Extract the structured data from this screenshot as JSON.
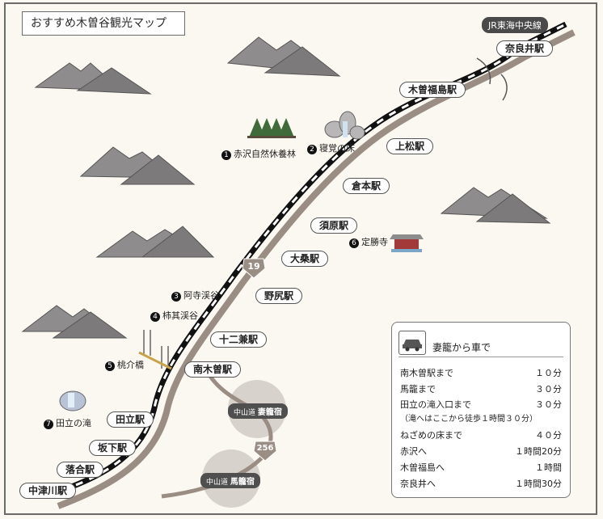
{
  "title": "おすすめ木曽谷観光マップ",
  "railway": "JR東海中央線",
  "route_numbers": [
    "19",
    "256"
  ],
  "stations": [
    "奈良井駅",
    "木曽福島駅",
    "上松駅",
    "倉本駅",
    "須原駅",
    "大桑駅",
    "野尻駅",
    "十二兼駅",
    "南木曽駅",
    "田立駅",
    "坂下駅",
    "落合駅",
    "中津川駅"
  ],
  "pois": [
    {
      "num": "1",
      "label": "赤沢自然休養林"
    },
    {
      "num": "2",
      "label": "寝覚の床"
    },
    {
      "num": "3",
      "label": "阿寺渓谷"
    },
    {
      "num": "4",
      "label": "柿其渓谷"
    },
    {
      "num": "5",
      "label": "桃介橋"
    },
    {
      "num": "6",
      "label": "定勝寺"
    },
    {
      "num": "7",
      "label": "田立の滝"
    }
  ],
  "post_towns": [
    {
      "road": "中山道",
      "name": "妻籠宿"
    },
    {
      "road": "中山道",
      "name": "馬籠宿"
    }
  ],
  "info_box": {
    "header": "妻籠から車で",
    "rows": [
      {
        "dest": "南木曽駅まで",
        "time": "１０分"
      },
      {
        "dest": "馬籠まで",
        "time": "３０分"
      },
      {
        "dest": "田立の滝入口まで",
        "time": "３０分"
      },
      {
        "dest": "（滝へはここから徒歩１時間３０分）",
        "time": ""
      },
      {
        "dest": "ねざめの床まで",
        "time": "４０分"
      },
      {
        "dest": "赤沢へ",
        "time": "１時間20分"
      },
      {
        "dest": "木曽福島へ",
        "time": "１時間"
      },
      {
        "dest": "奈良井へ",
        "time": "１時間30分"
      }
    ]
  },
  "colors": {
    "road": "#9a8e84",
    "rail": "#111111",
    "mountain": "#8a8888",
    "background": "#fbf8f1"
  }
}
